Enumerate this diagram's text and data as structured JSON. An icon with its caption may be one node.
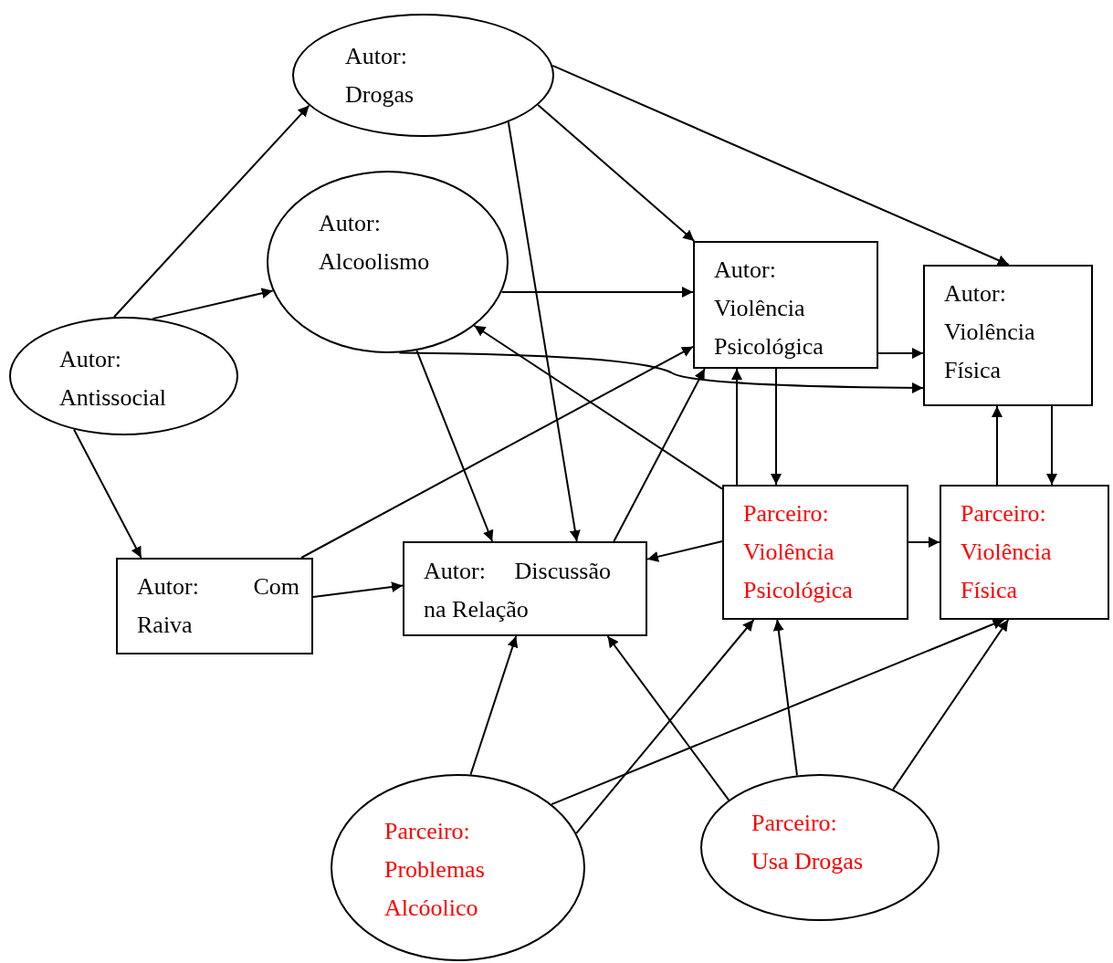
{
  "diagram": {
    "nodes": [
      {
        "text": [
          "Autor: Drogas"
        ]
      },
      {
        "text": [
          "Autor: Alcoolismo"
        ]
      },
      {
        "text": [
          "Autor: Antissocial"
        ]
      },
      {
        "text": [
          "Autor: Violência Psicológica"
        ]
      },
      {
        "text": [
          "Autor: Violência Física"
        ]
      },
      {
        "text": [
          "Autor: Com Raiva"
        ]
      },
      {
        "text": [
          "Autor: Discussão na Relação"
        ]
      },
      {
        "text": [
          "Parceiro: Violência Psicológica"
        ]
      },
      {
        "text": [
          "Parceiro: Violência Física"
        ]
      },
      {
        "text": [
          "Parceiro: Problemas Alcóolico"
        ]
      },
      {
        "text": [
          "Parceiro: Usa Drogas"
        ]
      }
    ],
    "edges": [
      {
        "from": 2,
        "to": 0,
        "arrow": "to"
      },
      {
        "from": 2,
        "to": 1,
        "arrow": "to"
      },
      {
        "from": 2,
        "to": 5,
        "arrow": "to"
      },
      {
        "from": 0,
        "to": 3,
        "arrow": "to"
      },
      {
        "from": 0,
        "to": 4,
        "arrow": "to"
      },
      {
        "from": 0,
        "to": 6,
        "arrow": "to"
      },
      {
        "from": 1,
        "to": 3,
        "arrow": "to"
      },
      {
        "from": 1,
        "to": 6,
        "arrow": "to"
      },
      {
        "from": 1,
        "to": 4,
        "arrow": "to"
      },
      {
        "from": 5,
        "to": 6,
        "arrow": "to"
      },
      {
        "from": 5,
        "to": 3,
        "arrow": "to"
      },
      {
        "from": 6,
        "to": 3,
        "arrow": "to"
      },
      {
        "from": 7,
        "to": 1,
        "arrow": "to"
      },
      {
        "from": 7,
        "to": 3,
        "arrow": "to"
      },
      {
        "from": 3,
        "to": 7,
        "arrow": "to"
      },
      {
        "from": 3,
        "to": 4,
        "arrow": "to"
      },
      {
        "from": 7,
        "to": 6,
        "arrow": "to"
      },
      {
        "from": 7,
        "to": 8,
        "arrow": "to"
      },
      {
        "from": 8,
        "to": 4,
        "arrow": "to"
      },
      {
        "from": 4,
        "to": 8,
        "arrow": "to"
      },
      {
        "from": 9,
        "to": 6,
        "arrow": "to"
      },
      {
        "from": 9,
        "to": 7,
        "arrow": "to"
      },
      {
        "from": 9,
        "to": 8,
        "arrow": "to"
      },
      {
        "from": 10,
        "to": 6,
        "arrow": "to"
      },
      {
        "from": 10,
        "to": 7,
        "arrow": "to"
      },
      {
        "from": 10,
        "to": 8,
        "arrow": "to"
      }
    ]
  }
}
